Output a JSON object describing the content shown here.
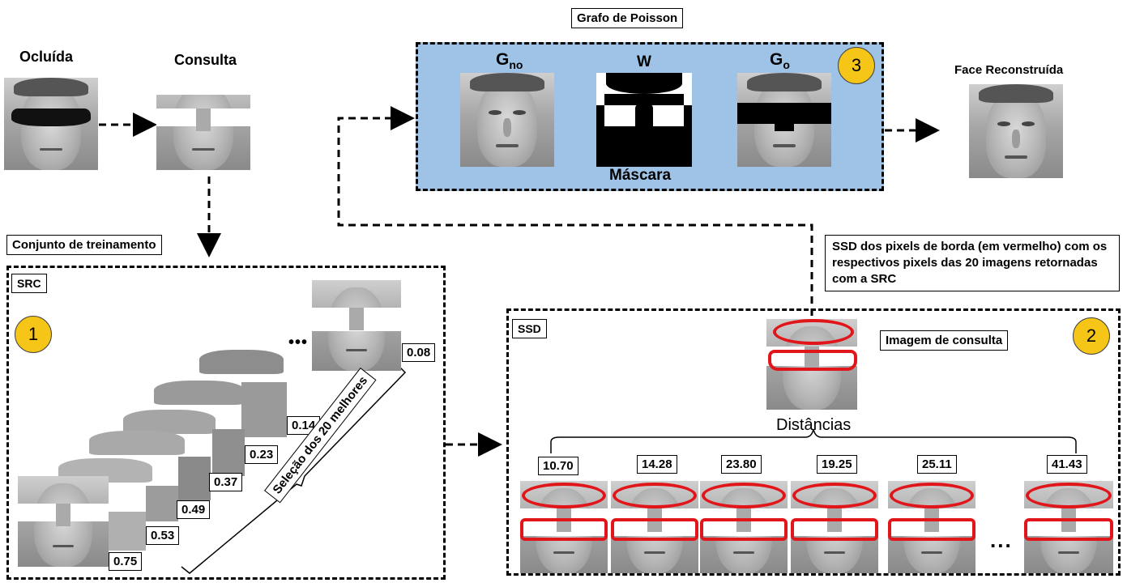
{
  "top": {
    "occluded_title": "Ocluída",
    "query_title": "Consulta",
    "poisson_title": "Grafo de Poisson",
    "reconstructed_title": "Face Reconstruída",
    "training_set_label": "Conjunto de treinamento"
  },
  "poisson": {
    "g_no_label": "G",
    "g_no_sub": "no",
    "w_label": "W",
    "g_o_label": "G",
    "g_o_sub": "o",
    "mask_label": "Máscara",
    "badge": "3",
    "panel_color": "#9fc3e6"
  },
  "src": {
    "title": "SRC",
    "badge": "1",
    "scores": [
      "0.08",
      "0.14",
      "0.23",
      "0.37",
      "0.49",
      "0.53",
      "0.75"
    ],
    "ellipsis": "•••",
    "selection_label": "Seleção dos 20 melhores"
  },
  "ssd": {
    "title": "SSD",
    "badge": "2",
    "description": "SSD dos pixels de borda (em vermelho) com os respectivos pixels das 20 imagens retornadas com a SRC",
    "query_image_label": "Imagem de consulta",
    "distances_label": "Distâncias",
    "distances": [
      "10.70",
      "14.28",
      "23.80",
      "19.25",
      "25.11",
      "41.43"
    ],
    "ellipsis": "...",
    "outline_color": "#e0161a"
  },
  "colors": {
    "badge": "#f5c518",
    "panel": "#9fc3e6"
  }
}
